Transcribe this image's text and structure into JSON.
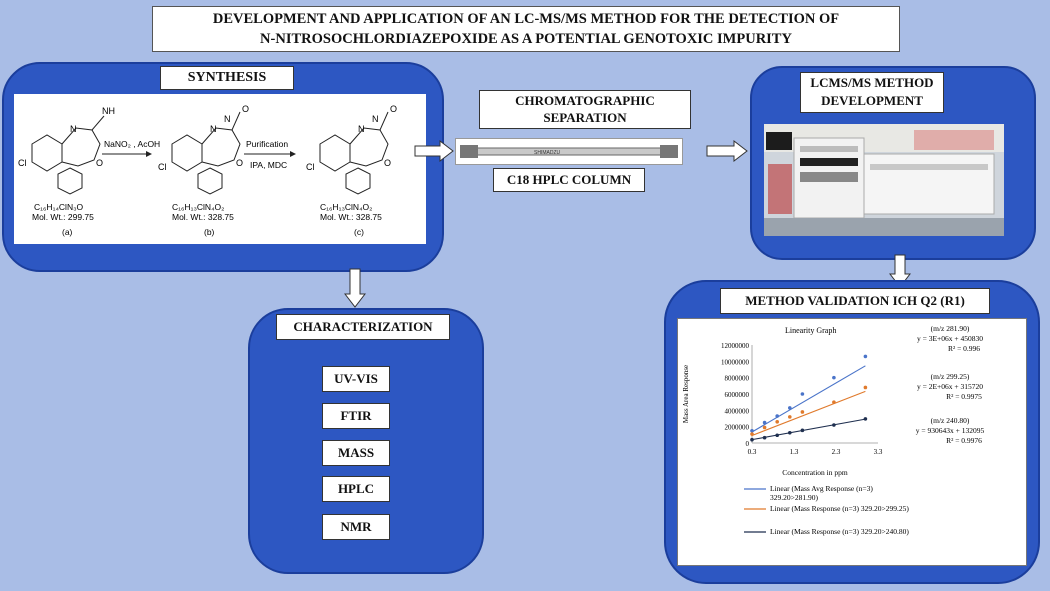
{
  "title": {
    "line1": "DEVELOPMENT AND APPLICATION OF AN LC-MS/MS METHOD FOR THE DETECTION OF",
    "line2": "N-NITROSOCHLORDIAZEPOXIDE  AS A POTENTIAL  GENOTOXIC IMPURITY"
  },
  "synthesis": {
    "label": "SYNTHESIS",
    "step1_reagent": "NaNO₂ , AcOH",
    "step2_reagent_top": "Purification",
    "step2_reagent_bottom": "IPA, MDC",
    "compounds": [
      {
        "formula": "C₁₆H₁₄ClN₃O",
        "mw": "Mol. Wt.: 299.75",
        "tag": "(a)",
        "substituent": "NH",
        "atoms": "N",
        "cl": "Cl",
        "o": "O"
      },
      {
        "formula": "C₁₆H₁₃ClN₄O₂",
        "mw": "Mol. Wt.: 328.75",
        "tag": "(b)",
        "substituent": "N",
        "atoms": "N",
        "cl": "Cl",
        "o": "O",
        "nitroso": "O"
      },
      {
        "formula": "C₁₆H₁₃ClN₄O₂",
        "mw": "Mol. Wt.: 328.75",
        "tag": "(c)",
        "substituent": "N",
        "atoms": "N",
        "cl": "Cl",
        "o": "O",
        "nitroso": "O"
      }
    ]
  },
  "chromatography": {
    "label_line1": "CHROMATOGRAPHIC",
    "label_line2": "SEPARATION",
    "column_text": "SHIMADZU",
    "column_label": "C18  HPLC  COLUMN"
  },
  "lcms": {
    "label_line1": "LCMS/MS METHOD",
    "label_line2": "DEVELOPMENT"
  },
  "characterization": {
    "label": "CHARACTERIZATION",
    "items": [
      "UV-VIS",
      "FTIR",
      "MASS",
      "HPLC",
      "NMR"
    ]
  },
  "validation": {
    "label": "METHOD VALIDATION ICH Q2 (R1)"
  },
  "chart_data": {
    "type": "scatter",
    "title": "Linearity Graph",
    "xlabel": "Concentration in ppm",
    "ylabel": "Mass Area Response",
    "xlim": [
      0.3,
      3.3
    ],
    "ylim": [
      0,
      12000000
    ],
    "x_ticks": [
      "0.3",
      "1.3",
      "2.3",
      "3.3"
    ],
    "y_ticks": [
      "0",
      "2000000",
      "4000000",
      "6000000",
      "8000000",
      "10000000",
      "12000000"
    ],
    "series": [
      {
        "name": "Linear (Mass Avg Response  (n=3) 329.20>281.90)",
        "color": "#4a74c9",
        "x": [
          0.3,
          0.6,
          0.9,
          1.2,
          1.5,
          2.25,
          3.0
        ],
        "y": [
          1500000,
          2500000,
          3300000,
          4300000,
          6000000,
          8000000,
          10600000
        ],
        "fit_x": [
          0.3,
          3.0
        ],
        "fit_y": [
          1350830,
          9450830
        ]
      },
      {
        "name": "Linear (Mass Response  (n=3) 329.20>299.25)",
        "color": "#e07a2c",
        "x": [
          0.3,
          0.6,
          0.9,
          1.2,
          1.5,
          2.25,
          3.0
        ],
        "y": [
          1100000,
          1900000,
          2600000,
          3200000,
          3800000,
          5000000,
          6800000
        ],
        "fit_x": [
          0.3,
          3.0
        ],
        "fit_y": [
          915720,
          6315720
        ]
      },
      {
        "name": "Linear (Mass Response  (n=3) 329.20>240.80)",
        "color": "#1f2f4f",
        "x": [
          0.3,
          0.6,
          0.9,
          1.2,
          1.5,
          2.25,
          3.0
        ],
        "y": [
          400000,
          650000,
          950000,
          1250000,
          1550000,
          2200000,
          2950000
        ],
        "fit_x": [
          0.3,
          3.0
        ],
        "fit_y": [
          411288,
          2924031
        ]
      }
    ],
    "equations": [
      {
        "mz": "(m/z 281.90)",
        "eq": "y = 3E+06x + 450830",
        "r2": "R² = 0.996"
      },
      {
        "mz": "(m/z 299.25)",
        "eq": "y = 2E+06x + 315720",
        "r2": "R² = 0.9975"
      },
      {
        "mz": "(m/z 240.80)",
        "eq": "y = 930643x + 132095",
        "r2": "R² = 0.9976"
      }
    ],
    "legend": [
      {
        "line1": "Linear (Mass Avg Response  (n=3)",
        "line2": "329.20>281.90)"
      },
      {
        "line1": "Linear (Mass Response  (n=3) 329.20>299.25)"
      },
      {
        "line1": "Linear (Mass Response  (n=3) 329.20>240.80)"
      }
    ]
  }
}
